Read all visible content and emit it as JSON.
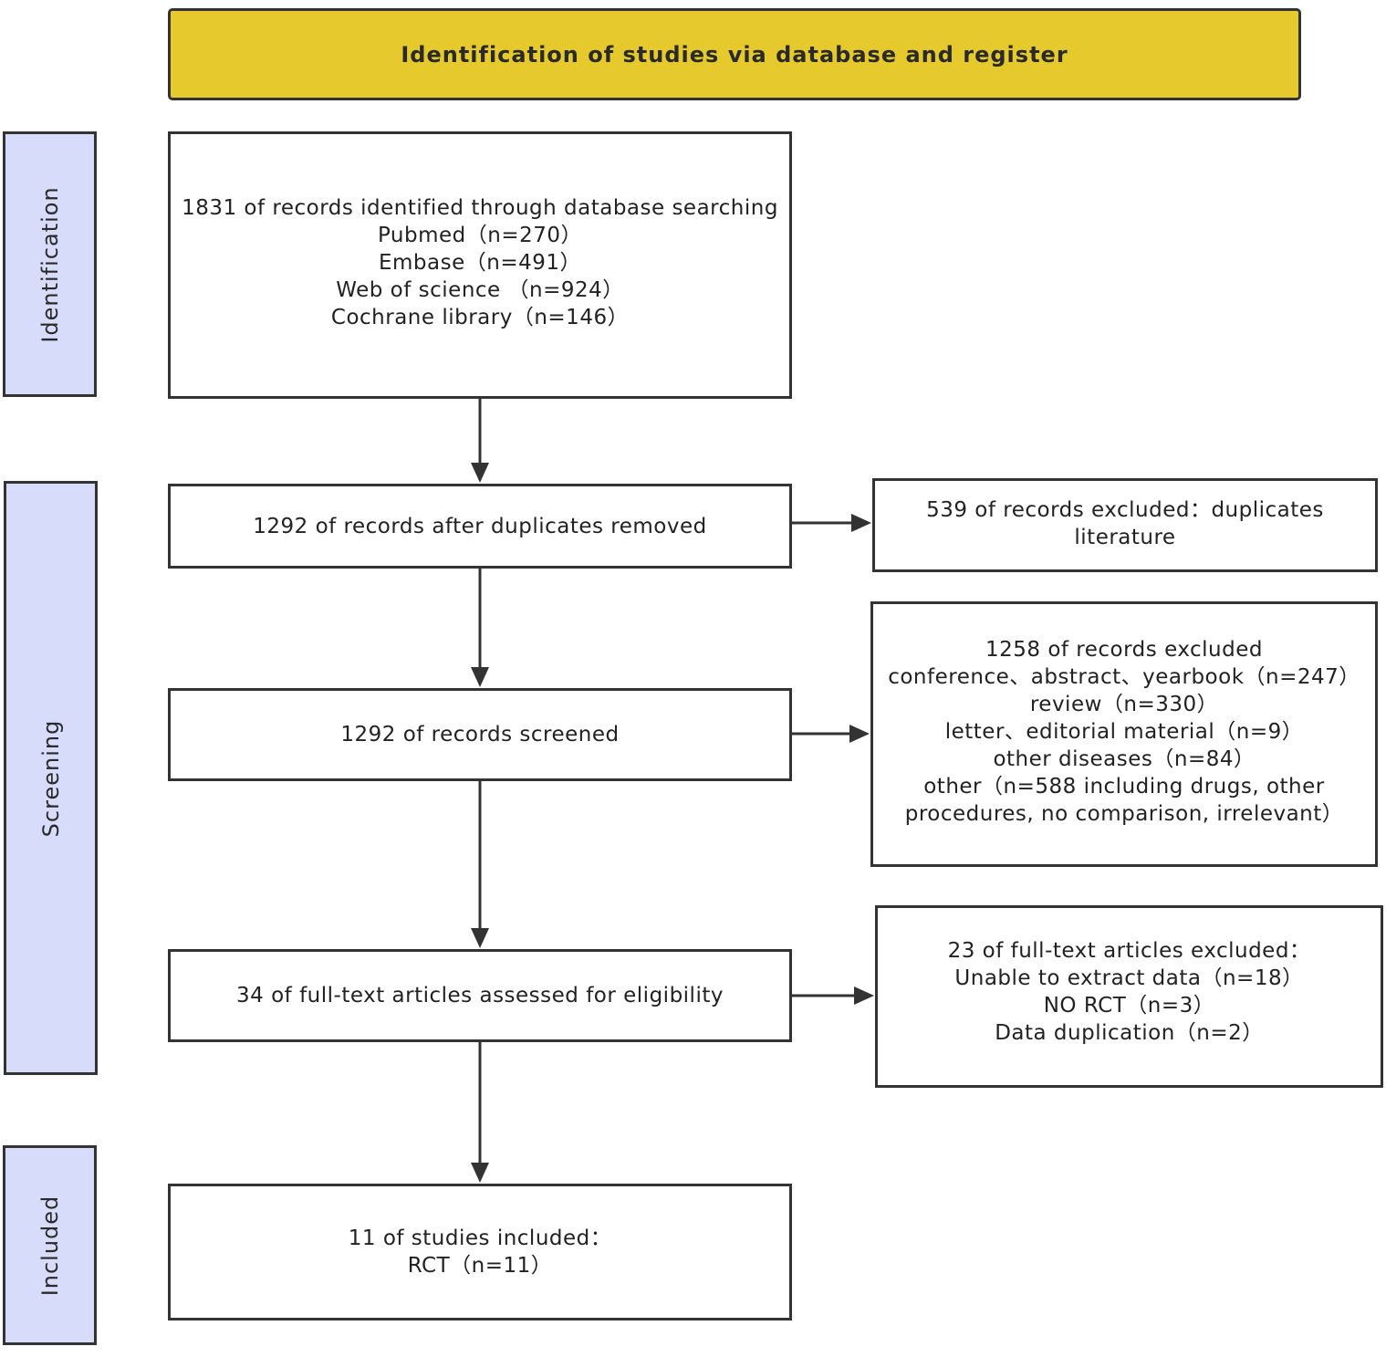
{
  "header": {
    "title": "Identification of studies via database and register"
  },
  "phases": {
    "identification": "Identification",
    "screening": "Screening",
    "included": "Included"
  },
  "boxes": {
    "identified": {
      "lines": [
        "1831 of records identified through database searching",
        "Pubmed（n=270）",
        "Embase（n=491）",
        "Web of science （n=924）",
        "Cochrane library（n=146）"
      ]
    },
    "after_duplicates": {
      "lines": [
        "1292 of records after duplicates removed"
      ]
    },
    "excluded_duplicates": {
      "lines": [
        "539 of records excluded：duplicates",
        "literature"
      ]
    },
    "screened": {
      "lines": [
        "1292 of records screened"
      ]
    },
    "excluded_screening": {
      "lines": [
        "1258 of records excluded",
        "conference、abstract、yearbook（n=247）",
        "review（n=330）",
        "letter、editorial material（n=9）",
        "other  diseases（n=84）",
        "other（n=588 including drugs, other",
        "procedures, no comparison, irrelevant）"
      ]
    },
    "fulltext_assessed": {
      "lines": [
        "34 of full-text articles assessed for eligibility"
      ]
    },
    "excluded_fulltext": {
      "lines": [
        "23 of full-text articles excluded：",
        "Unable to extract data（n=18）",
        "NO RCT（n=3）",
        "Data duplication（n=2）"
      ]
    },
    "included": {
      "lines": [
        "11 of studies included：",
        "RCT（n=11）"
      ]
    }
  }
}
